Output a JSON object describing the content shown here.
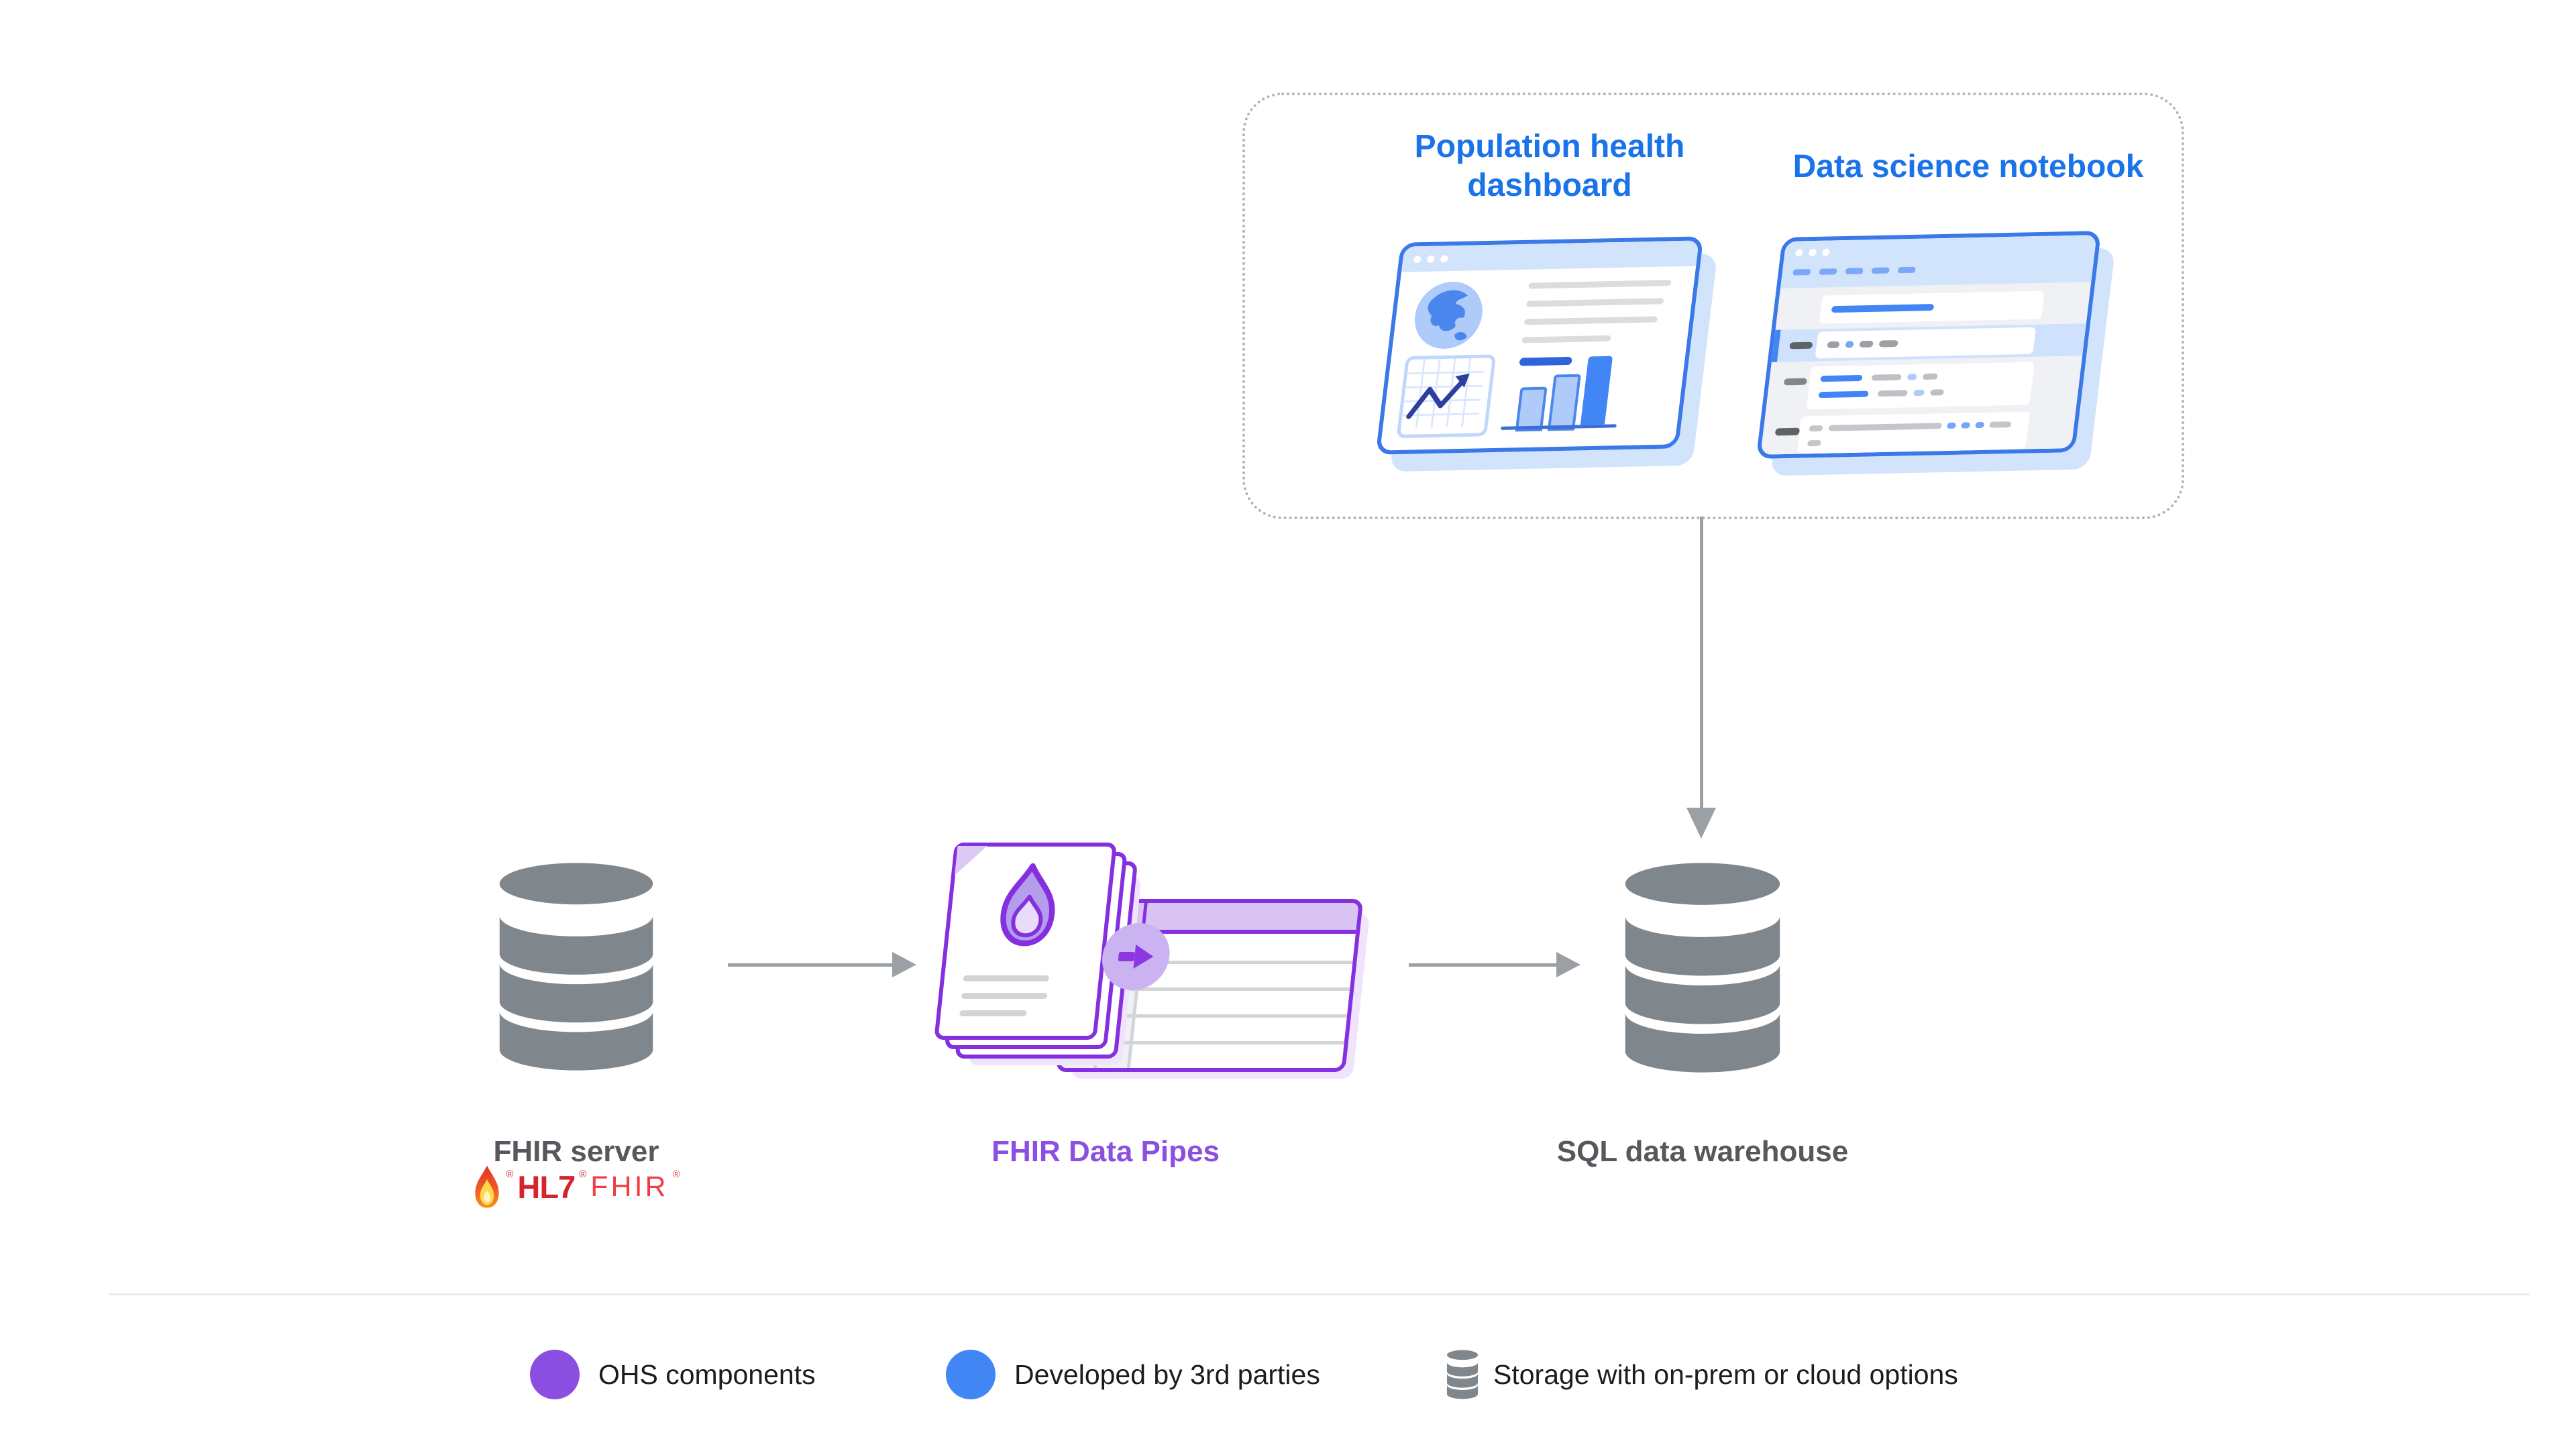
{
  "cluster": {
    "apps": [
      {
        "label": "Population health dashboard"
      },
      {
        "label": "Data science notebook"
      }
    ]
  },
  "nodes": {
    "fhir_server": {
      "label": "FHIR server"
    },
    "hl7_logo": {
      "hl7": "HL7",
      "fhir": "FHIR",
      "reg": "®"
    },
    "data_pipes": {
      "label": "FHIR Data Pipes"
    },
    "warehouse": {
      "label": "SQL data warehouse"
    }
  },
  "legend": {
    "items": [
      {
        "label": "OHS components",
        "swatch": "purple-dot",
        "color": "#8a4fe0"
      },
      {
        "label": "Developed by 3rd parties",
        "swatch": "blue-dot",
        "color": "#4285f4"
      },
      {
        "label": "Storage with on-prem or cloud options",
        "swatch": "database-icon",
        "color": "#7f868c"
      }
    ]
  },
  "icons": {
    "database": "stacked-cylinder-database",
    "flame": "hl7-fhir-flame",
    "purple_flame": "fhir-document-flame",
    "globe": "world-globe",
    "line_chart": "trend-line-arrow",
    "bar_chart": "three-bar-chart",
    "flow_arrow": "gray-flow-arrow",
    "transform_arrow": "purple-circle-arrow"
  },
  "colors": {
    "title_blue": "#1a73e8",
    "blue_primary": "#4285f4",
    "blue_light": "#aecbfa",
    "blue_pale": "#d2e3fc",
    "purple_accent": "#8a4fe0",
    "purple_stroke": "#8530e0",
    "gray_icon": "#7f868c",
    "gray_arrow": "#9aa0a6",
    "gray_label": "#55585c",
    "hl7_red": "#d7232d",
    "fhir_red": "#ef3f45"
  }
}
